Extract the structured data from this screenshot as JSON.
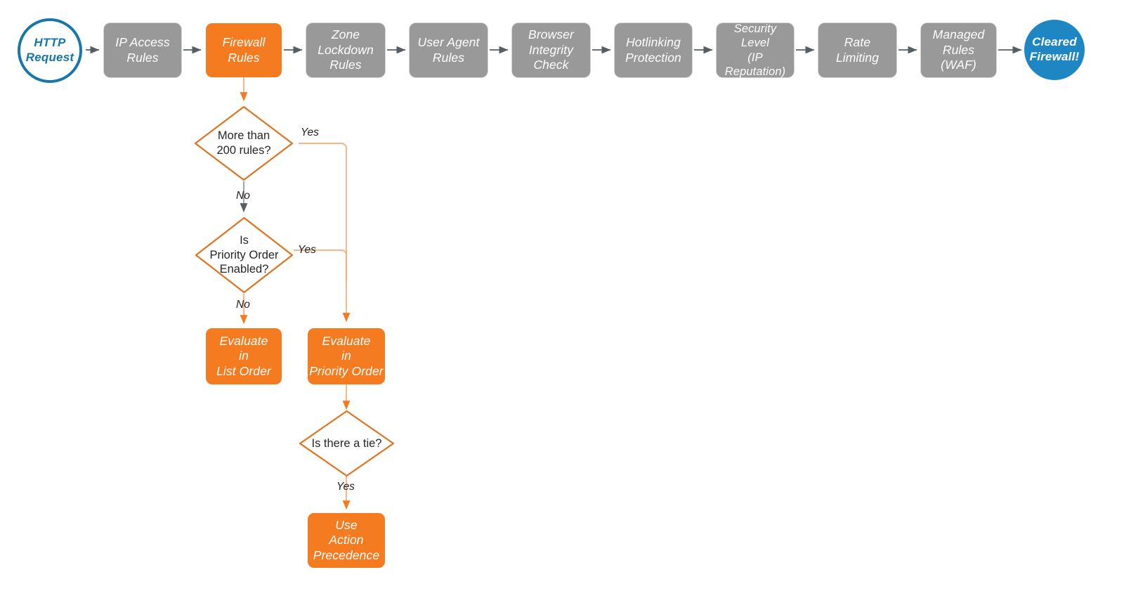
{
  "diagram": {
    "title": "Cloudflare Firewall Rules Evaluation Order",
    "colors": {
      "gray_fill": "#999999",
      "orange_fill": "#f47b20",
      "orange_stroke": "#e2721b",
      "orange_light_stroke": "#f9a978",
      "blue_stroke": "#1677a8",
      "blue_fill": "#1e86c3",
      "gray_arrow": "#555f63",
      "text_dark": "#262626",
      "text_light": "#ffffff",
      "background": "#ffffff"
    }
  },
  "pipeline": {
    "start": {
      "label": "HTTP\nRequest",
      "shape": "circle-hollow"
    },
    "stages": [
      {
        "label": "IP Access\nRules",
        "state": "inactive"
      },
      {
        "label": "Firewall\nRules",
        "state": "active"
      },
      {
        "label": "Zone\nLockdown\nRules",
        "state": "inactive"
      },
      {
        "label": "User Agent\nRules",
        "state": "inactive"
      },
      {
        "label": "Browser\nIntegrity\nCheck",
        "state": "inactive"
      },
      {
        "label": "Hotlinking\nProtection",
        "state": "inactive"
      },
      {
        "label": "Security\nLevel\n(IP Reputation)",
        "state": "inactive"
      },
      {
        "label": "Rate\nLimiting",
        "state": "inactive"
      },
      {
        "label": "Managed\nRules\n(WAF)",
        "state": "inactive"
      }
    ],
    "end": {
      "label": "Cleared\nFirewall!",
      "shape": "circle-filled"
    }
  },
  "branch": {
    "decisions": [
      {
        "id": "more-than-200-rules",
        "label": "More than\n200 rules?"
      },
      {
        "id": "is-priority-order-enabled",
        "label": "Is\nPriority Order\nEnabled?"
      },
      {
        "id": "is-there-a-tie",
        "label": "Is there a tie?"
      }
    ],
    "outcomes": [
      {
        "id": "evaluate-in-list-order",
        "label": "Evaluate\nin\nList Order"
      },
      {
        "id": "evaluate-in-priority-order",
        "label": "Evaluate\nin\nPriority Order"
      },
      {
        "id": "use-action-precedence",
        "label": "Use\nAction\nPrecedence"
      }
    ],
    "edge_labels": {
      "rules_yes": "Yes",
      "rules_no": "No",
      "priority_yes": "Yes",
      "priority_no": "No",
      "tie_yes": "Yes"
    }
  }
}
